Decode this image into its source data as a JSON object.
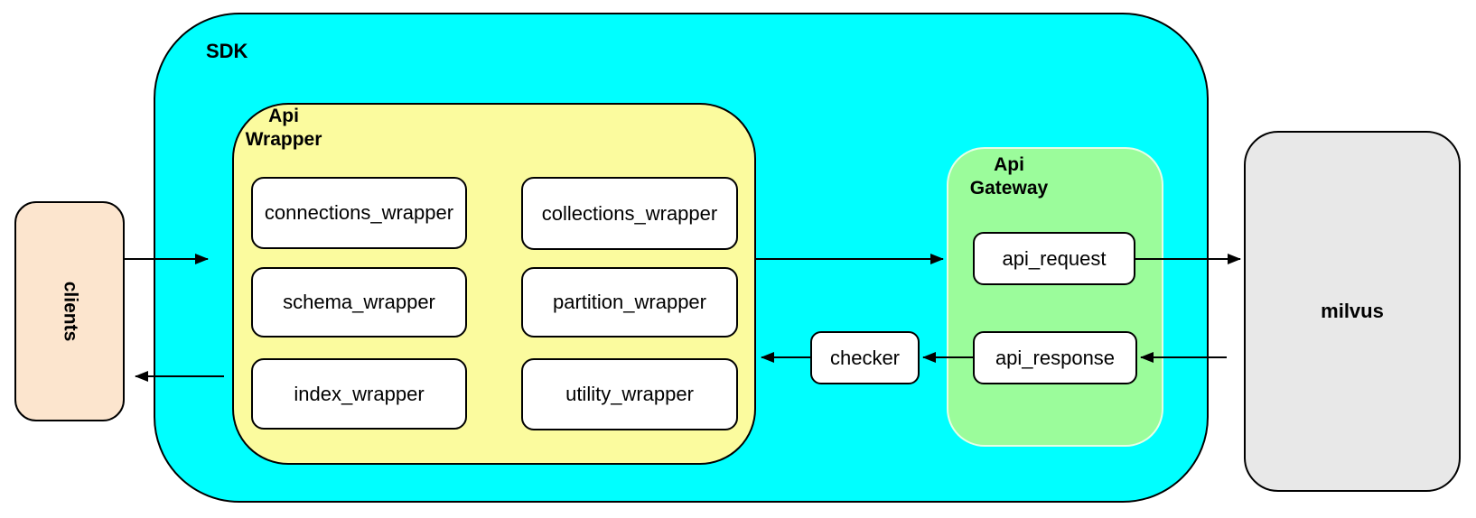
{
  "diagram_title": "",
  "nodes": {
    "clients": {
      "label": "clients",
      "fill": "#FCE5CE"
    },
    "sdk": {
      "label": "SDK",
      "fill": "#00FFFF"
    },
    "api_wrapper": {
      "label_line1": "Api",
      "label_line2": "Wrapper",
      "fill": "#FBFB9E",
      "modules": [
        {
          "label": "connections_wrapper"
        },
        {
          "label": "collections_wrapper"
        },
        {
          "label": "schema_wrapper"
        },
        {
          "label": "partition_wrapper"
        },
        {
          "label": "index_wrapper"
        },
        {
          "label": "utility_wrapper"
        }
      ]
    },
    "checker": {
      "label": "checker",
      "fill": "#FFFFFF"
    },
    "api_gateway": {
      "label_line1": "Api",
      "label_line2": "Gateway",
      "fill": "#9BFC9B",
      "modules": [
        {
          "label": "api_request"
        },
        {
          "label": "api_response"
        }
      ]
    },
    "milvus": {
      "label": "milvus",
      "fill": "#E8E8E8"
    }
  },
  "colors": {
    "border": "#000000",
    "module_fill": "#FFFFFF"
  },
  "flows": [
    {
      "from": "clients",
      "to": "api_wrapper"
    },
    {
      "from": "api_wrapper",
      "to": "clients"
    },
    {
      "from": "api_wrapper",
      "to": "api_gateway"
    },
    {
      "from": "api_request",
      "to": "milvus"
    },
    {
      "from": "milvus",
      "to": "api_response"
    },
    {
      "from": "api_response",
      "to": "checker"
    },
    {
      "from": "checker",
      "to": "api_wrapper"
    }
  ]
}
